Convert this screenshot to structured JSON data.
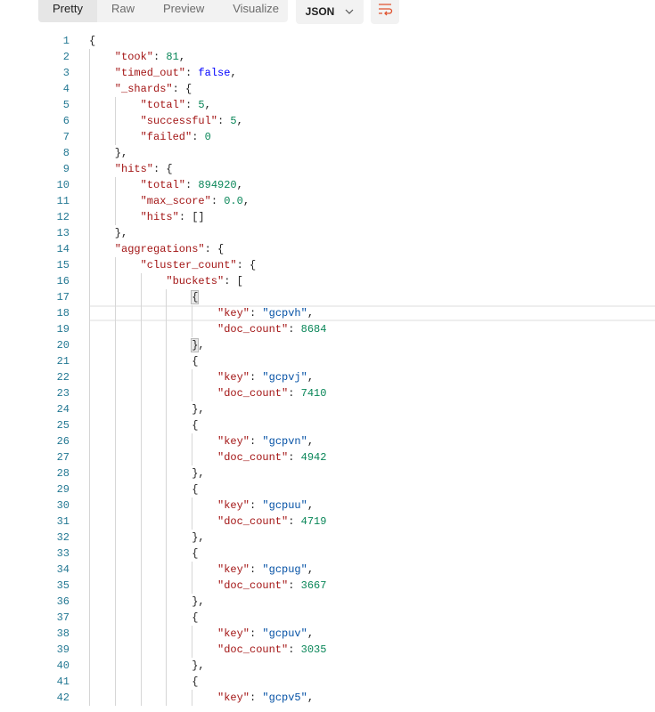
{
  "toolbar": {
    "tabs": [
      "Pretty",
      "Raw",
      "Preview",
      "Visualize"
    ],
    "active_tab": "Pretty",
    "format": "JSON",
    "accent": "#e0532f"
  },
  "editor": {
    "current_line": 18,
    "lines": [
      {
        "i": 0,
        "t": [
          [
            "p",
            "{"
          ]
        ]
      },
      {
        "i": 1,
        "t": [
          [
            "k",
            "\"took\""
          ],
          [
            "p",
            ": "
          ],
          [
            "n",
            "81"
          ],
          [
            "p",
            ","
          ]
        ]
      },
      {
        "i": 1,
        "t": [
          [
            "k",
            "\"timed_out\""
          ],
          [
            "p",
            ": "
          ],
          [
            "b",
            "false"
          ],
          [
            "p",
            ","
          ]
        ]
      },
      {
        "i": 1,
        "t": [
          [
            "k",
            "\"_shards\""
          ],
          [
            "p",
            ": {"
          ]
        ]
      },
      {
        "i": 2,
        "t": [
          [
            "k",
            "\"total\""
          ],
          [
            "p",
            ": "
          ],
          [
            "n",
            "5"
          ],
          [
            "p",
            ","
          ]
        ]
      },
      {
        "i": 2,
        "t": [
          [
            "k",
            "\"successful\""
          ],
          [
            "p",
            ": "
          ],
          [
            "n",
            "5"
          ],
          [
            "p",
            ","
          ]
        ]
      },
      {
        "i": 2,
        "t": [
          [
            "k",
            "\"failed\""
          ],
          [
            "p",
            ": "
          ],
          [
            "n",
            "0"
          ]
        ]
      },
      {
        "i": 1,
        "t": [
          [
            "p",
            "},"
          ]
        ]
      },
      {
        "i": 1,
        "t": [
          [
            "k",
            "\"hits\""
          ],
          [
            "p",
            ": {"
          ]
        ]
      },
      {
        "i": 2,
        "t": [
          [
            "k",
            "\"total\""
          ],
          [
            "p",
            ": "
          ],
          [
            "n",
            "894920"
          ],
          [
            "p",
            ","
          ]
        ]
      },
      {
        "i": 2,
        "t": [
          [
            "k",
            "\"max_score\""
          ],
          [
            "p",
            ": "
          ],
          [
            "n",
            "0.0"
          ],
          [
            "p",
            ","
          ]
        ]
      },
      {
        "i": 2,
        "t": [
          [
            "k",
            "\"hits\""
          ],
          [
            "p",
            ": []"
          ]
        ]
      },
      {
        "i": 1,
        "t": [
          [
            "p",
            "},"
          ]
        ]
      },
      {
        "i": 1,
        "t": [
          [
            "k",
            "\"aggregations\""
          ],
          [
            "p",
            ": {"
          ]
        ]
      },
      {
        "i": 2,
        "t": [
          [
            "k",
            "\"cluster_count\""
          ],
          [
            "p",
            ": {"
          ]
        ]
      },
      {
        "i": 3,
        "t": [
          [
            "k",
            "\"buckets\""
          ],
          [
            "p",
            ": ["
          ]
        ]
      },
      {
        "i": 4,
        "t": [
          [
            "p",
            "{"
          ]
        ],
        "match": true
      },
      {
        "i": 5,
        "t": [
          [
            "k",
            "\"key\""
          ],
          [
            "p",
            ": "
          ],
          [
            "s",
            "\"gcpvh\""
          ],
          [
            "p",
            ","
          ]
        ]
      },
      {
        "i": 5,
        "t": [
          [
            "k",
            "\"doc_count\""
          ],
          [
            "p",
            ": "
          ],
          [
            "n",
            "8684"
          ]
        ]
      },
      {
        "i": 4,
        "t": [
          [
            "p",
            "}"
          ],
          [
            "p",
            ","
          ]
        ],
        "match": true
      },
      {
        "i": 4,
        "t": [
          [
            "p",
            "{"
          ]
        ]
      },
      {
        "i": 5,
        "t": [
          [
            "k",
            "\"key\""
          ],
          [
            "p",
            ": "
          ],
          [
            "s",
            "\"gcpvj\""
          ],
          [
            "p",
            ","
          ]
        ]
      },
      {
        "i": 5,
        "t": [
          [
            "k",
            "\"doc_count\""
          ],
          [
            "p",
            ": "
          ],
          [
            "n",
            "7410"
          ]
        ]
      },
      {
        "i": 4,
        "t": [
          [
            "p",
            "},"
          ]
        ]
      },
      {
        "i": 4,
        "t": [
          [
            "p",
            "{"
          ]
        ]
      },
      {
        "i": 5,
        "t": [
          [
            "k",
            "\"key\""
          ],
          [
            "p",
            ": "
          ],
          [
            "s",
            "\"gcpvn\""
          ],
          [
            "p",
            ","
          ]
        ]
      },
      {
        "i": 5,
        "t": [
          [
            "k",
            "\"doc_count\""
          ],
          [
            "p",
            ": "
          ],
          [
            "n",
            "4942"
          ]
        ]
      },
      {
        "i": 4,
        "t": [
          [
            "p",
            "},"
          ]
        ]
      },
      {
        "i": 4,
        "t": [
          [
            "p",
            "{"
          ]
        ]
      },
      {
        "i": 5,
        "t": [
          [
            "k",
            "\"key\""
          ],
          [
            "p",
            ": "
          ],
          [
            "s",
            "\"gcpuu\""
          ],
          [
            "p",
            ","
          ]
        ]
      },
      {
        "i": 5,
        "t": [
          [
            "k",
            "\"doc_count\""
          ],
          [
            "p",
            ": "
          ],
          [
            "n",
            "4719"
          ]
        ]
      },
      {
        "i": 4,
        "t": [
          [
            "p",
            "},"
          ]
        ]
      },
      {
        "i": 4,
        "t": [
          [
            "p",
            "{"
          ]
        ]
      },
      {
        "i": 5,
        "t": [
          [
            "k",
            "\"key\""
          ],
          [
            "p",
            ": "
          ],
          [
            "s",
            "\"gcpug\""
          ],
          [
            "p",
            ","
          ]
        ]
      },
      {
        "i": 5,
        "t": [
          [
            "k",
            "\"doc_count\""
          ],
          [
            "p",
            ": "
          ],
          [
            "n",
            "3667"
          ]
        ]
      },
      {
        "i": 4,
        "t": [
          [
            "p",
            "},"
          ]
        ]
      },
      {
        "i": 4,
        "t": [
          [
            "p",
            "{"
          ]
        ]
      },
      {
        "i": 5,
        "t": [
          [
            "k",
            "\"key\""
          ],
          [
            "p",
            ": "
          ],
          [
            "s",
            "\"gcpuv\""
          ],
          [
            "p",
            ","
          ]
        ]
      },
      {
        "i": 5,
        "t": [
          [
            "k",
            "\"doc_count\""
          ],
          [
            "p",
            ": "
          ],
          [
            "n",
            "3035"
          ]
        ]
      },
      {
        "i": 4,
        "t": [
          [
            "p",
            "},"
          ]
        ]
      },
      {
        "i": 4,
        "t": [
          [
            "p",
            "{"
          ]
        ]
      },
      {
        "i": 5,
        "t": [
          [
            "k",
            "\"key\""
          ],
          [
            "p",
            ": "
          ],
          [
            "s",
            "\"gcpv5\""
          ],
          [
            "p",
            ","
          ]
        ]
      }
    ]
  }
}
